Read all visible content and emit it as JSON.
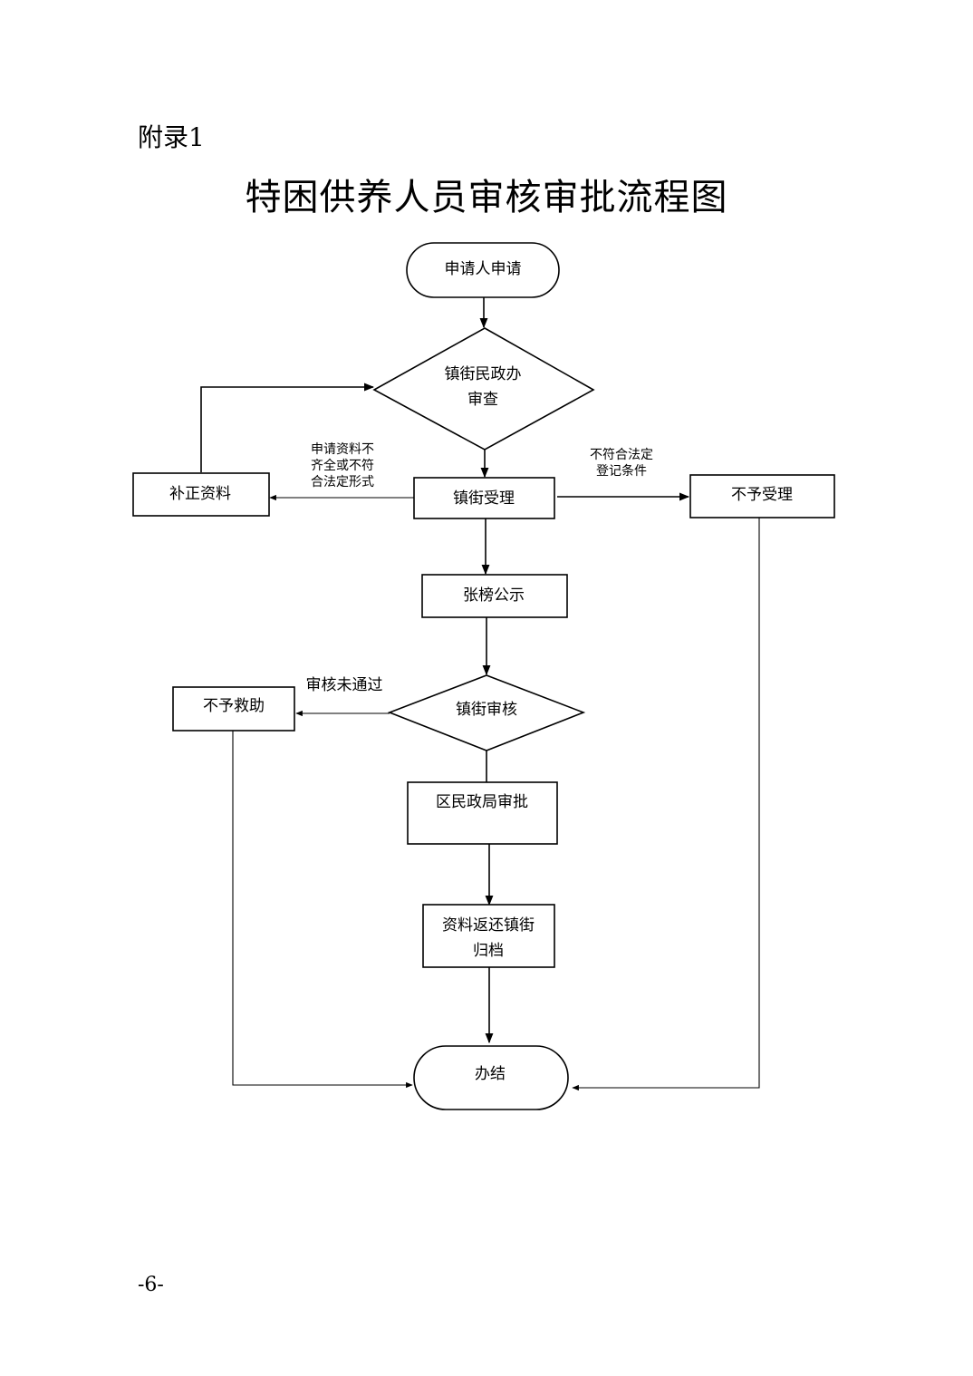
{
  "page": {
    "appendix_label": "附录1",
    "title": "特困供养人员审核审批流程图",
    "page_number": "-6-"
  },
  "flowchart": {
    "nodes": {
      "apply": {
        "type": "terminal",
        "lines": [
          "申请人申请"
        ]
      },
      "town_review": {
        "type": "decision",
        "lines": [
          "镇街民政办",
          "审查"
        ]
      },
      "supplement": {
        "type": "process",
        "lines": [
          "补正资料"
        ]
      },
      "town_accept": {
        "type": "process",
        "lines": [
          "镇街受理"
        ]
      },
      "reject_accept": {
        "type": "process",
        "lines": [
          "不予受理"
        ]
      },
      "publicize": {
        "type": "process",
        "lines": [
          "张榜公示"
        ]
      },
      "town_audit": {
        "type": "decision",
        "lines": [
          "镇街审核"
        ]
      },
      "no_relief": {
        "type": "process",
        "lines": [
          "不予救助"
        ]
      },
      "district_approve": {
        "type": "process",
        "lines": [
          "区民政局审批"
        ]
      },
      "return_archive": {
        "type": "process",
        "lines": [
          "资料返还镇街",
          "归档"
        ]
      },
      "finish": {
        "type": "terminal",
        "lines": [
          "办结"
        ]
      }
    },
    "edges": [
      {
        "from": "apply",
        "to": "town_review",
        "label": []
      },
      {
        "from": "town_review",
        "to": "town_accept",
        "label": []
      },
      {
        "from": "town_accept",
        "to": "supplement",
        "label": [
          "申请资料不",
          "齐全或不符",
          "合法定形式"
        ]
      },
      {
        "from": "supplement",
        "to": "town_review",
        "label": []
      },
      {
        "from": "town_accept",
        "to": "reject_accept",
        "label": [
          "不符合法定",
          "登记条件"
        ]
      },
      {
        "from": "town_accept",
        "to": "publicize",
        "label": []
      },
      {
        "from": "publicize",
        "to": "town_audit",
        "label": []
      },
      {
        "from": "town_audit",
        "to": "no_relief",
        "label": [
          "审核未通过"
        ]
      },
      {
        "from": "town_audit",
        "to": "district_approve",
        "label": []
      },
      {
        "from": "district_approve",
        "to": "return_archive",
        "label": []
      },
      {
        "from": "return_archive",
        "to": "finish",
        "label": []
      },
      {
        "from": "no_relief",
        "to": "finish",
        "label": []
      },
      {
        "from": "reject_accept",
        "to": "finish",
        "label": []
      }
    ]
  }
}
